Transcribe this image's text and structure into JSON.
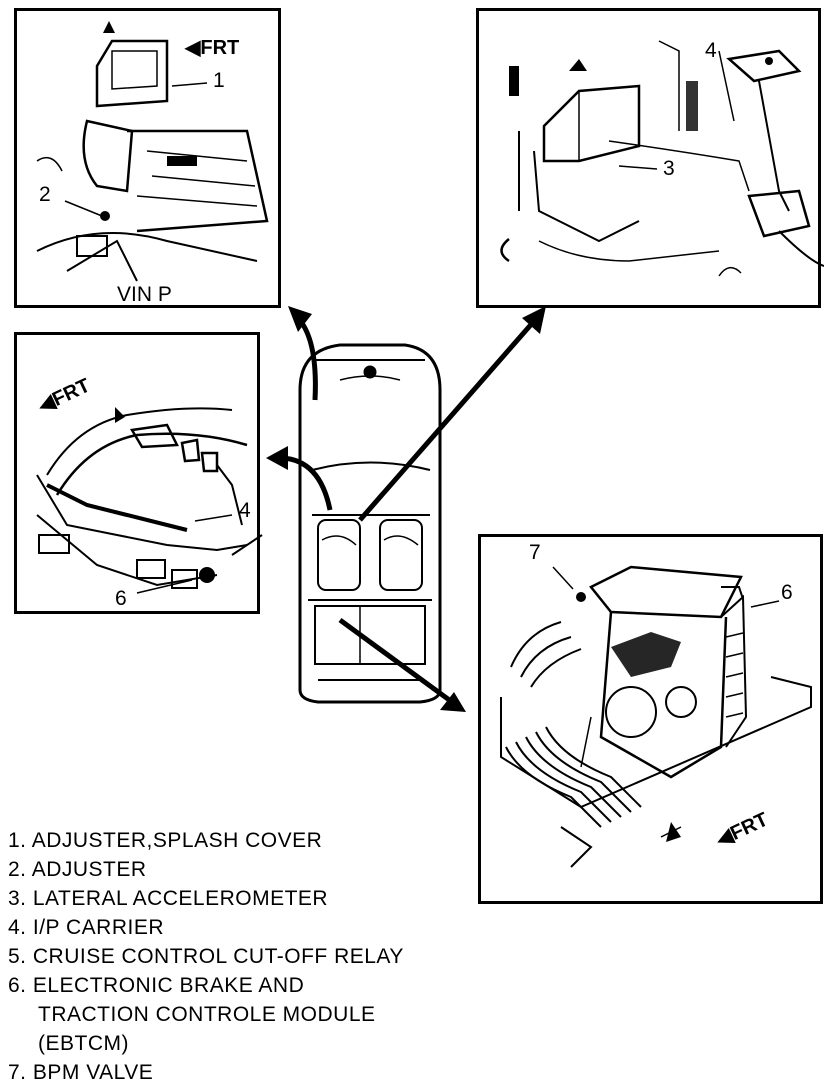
{
  "panels": {
    "top_left": {
      "frt": "FRT",
      "caption": "VIN P",
      "callouts": [
        "1",
        "2"
      ]
    },
    "top_right": {
      "callouts": [
        "4",
        "3"
      ]
    },
    "mid_left": {
      "frt": "FRT",
      "callouts": [
        "4",
        "6"
      ]
    },
    "bottom_right": {
      "frt": "FRT",
      "callouts": [
        "7",
        "6"
      ]
    }
  },
  "legend": [
    {
      "num": "1.",
      "text": "ADJUSTER,SPLASH COVER"
    },
    {
      "num": "2.",
      "text": "ADJUSTER"
    },
    {
      "num": "3.",
      "text": "LATERAL ACCELEROMETER"
    },
    {
      "num": "4.",
      "text": "I/P CARRIER"
    },
    {
      "num": "5.",
      "text": "CRUISE CONTROL CUT-OFF RELAY"
    },
    {
      "num": "6.",
      "text": "ELECTRONIC BRAKE AND",
      "cont1": "TRACTION CONTROLE MODULE",
      "cont2": "(EBTCM)"
    },
    {
      "num": "7.",
      "text": "BPM VALVE"
    }
  ]
}
